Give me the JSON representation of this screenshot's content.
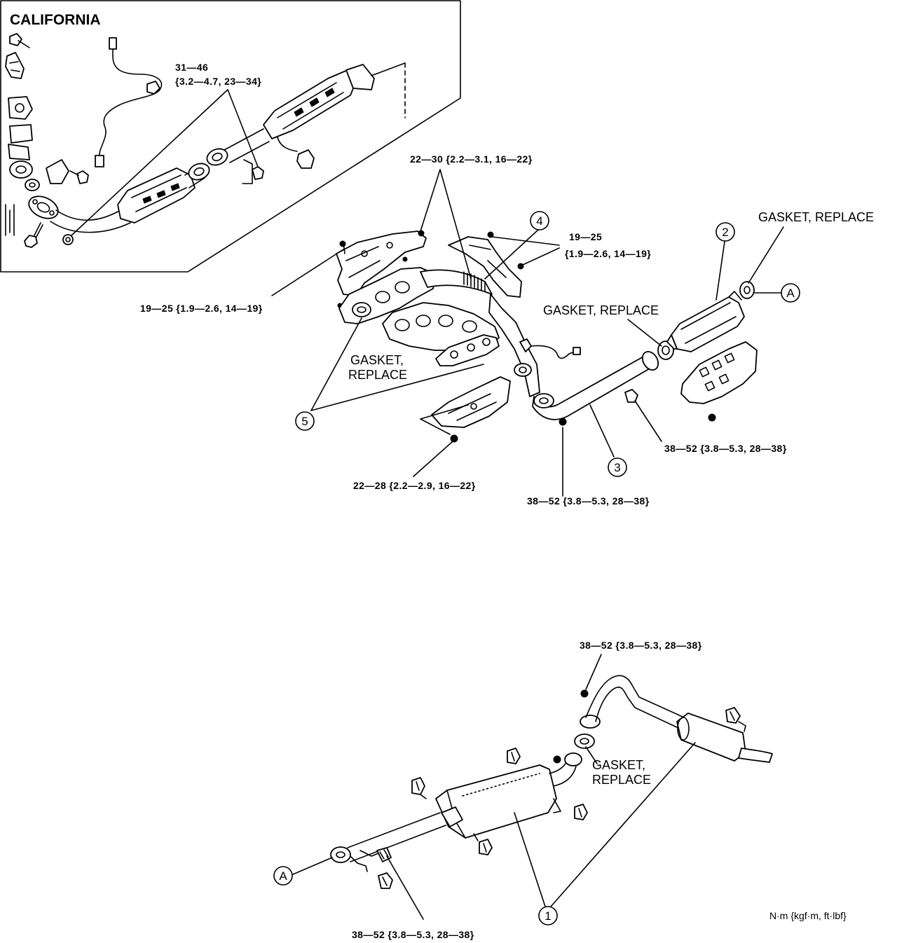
{
  "inset": {
    "title": "CALIFORNIA",
    "o2_sensor_torque": {
      "nm": "31—46",
      "alt": "{3.2—4.7, 23—34}"
    }
  },
  "torque_labels": {
    "manifold_upper": "22—30 {2.2—3.1, 16—22}",
    "heat_shield_right_nm": "19—25",
    "heat_shield_right_alt": "{1.9—2.6, 14—19}",
    "heat_shield_left": "19—25 {1.9—2.6, 14—19}",
    "converter_bracket": "38—52 {3.8—5.3, 28—38}",
    "lower_heat_shield": "22—28 {2.2—2.9, 16—22}",
    "front_pipe": "38—52 {3.8—5.3, 28—38}",
    "rear_pipe_flange": "38—52 {3.8—5.3, 28—38}",
    "middle_pipe_bracket": "38—52 {3.8—5.3, 28—38}"
  },
  "gasket_labels": {
    "converter_rear": "GASKET, REPLACE",
    "converter_front": "GASKET, REPLACE",
    "manifold_line1": "GASKET,",
    "manifold_line2": "REPLACE",
    "rear_line1": "GASKET,",
    "rear_line2": "REPLACE"
  },
  "callouts": {
    "one": "1",
    "two": "2",
    "three": "3",
    "four": "4",
    "five": "5",
    "a_top": "A",
    "a_bottom": "A"
  },
  "units": "N·m {kgf·m, ft·lbf}"
}
